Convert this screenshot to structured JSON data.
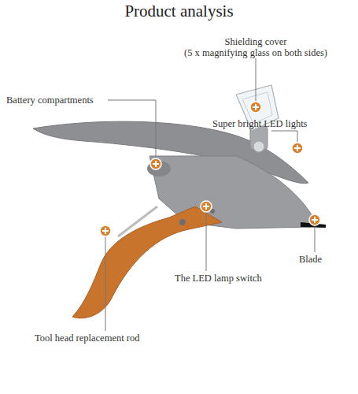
{
  "diagram": {
    "title": "Product analysis",
    "labels": [
      "Shielding cover",
      "(5 x magnifying glass on both sides)",
      "Battery compartments",
      "Super bright LED lights",
      "Blade",
      "The LED lamp switch",
      "Tool head replacement rod"
    ]
  }
}
